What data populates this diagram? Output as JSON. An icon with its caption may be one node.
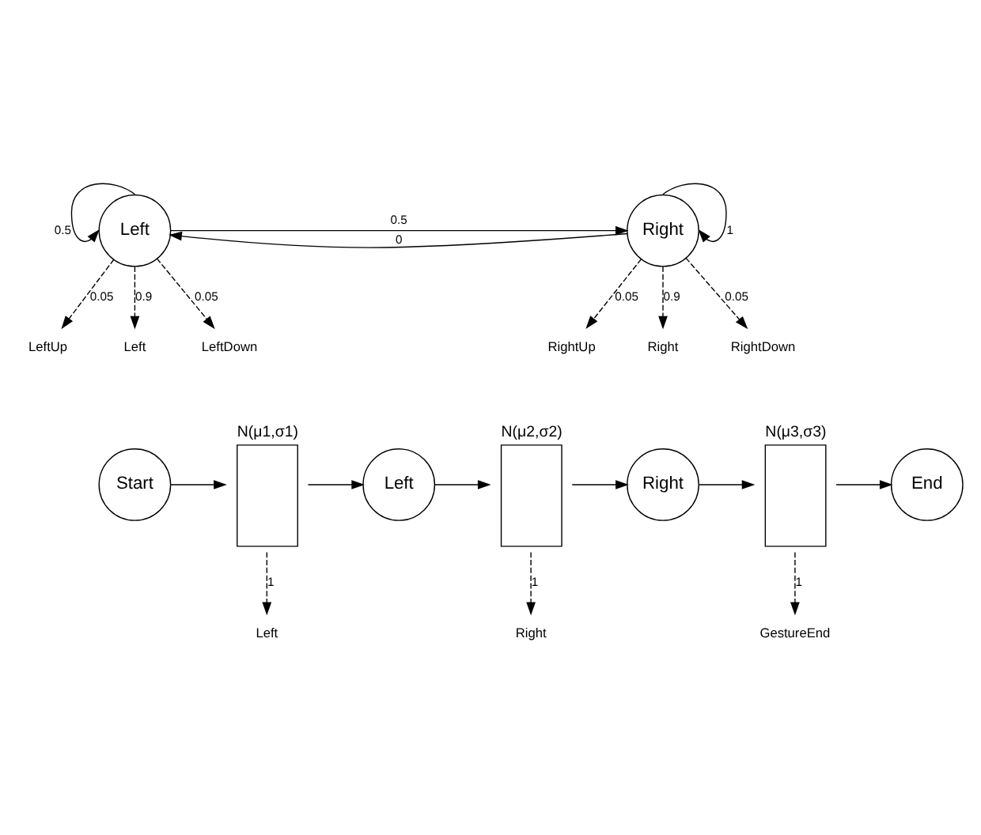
{
  "diagram": {
    "nodes": [
      {
        "text": [
          "Left"
        ]
      },
      {
        "text": [
          "Right"
        ]
      },
      {
        "text": [
          "LeftUp"
        ]
      },
      {
        "text": [
          "Left"
        ]
      },
      {
        "text": [
          "LeftDown"
        ]
      },
      {
        "text": [
          "RightUp"
        ]
      },
      {
        "text": [
          "Right"
        ]
      },
      {
        "text": [
          "RightDown"
        ]
      },
      {
        "text": [
          "Start"
        ]
      },
      {
        "text": [
          "N(μ1,σ1)"
        ]
      },
      {
        "text": [
          "Left"
        ]
      },
      {
        "text": [
          "N(μ2,σ2)"
        ]
      },
      {
        "text": [
          "Right"
        ]
      },
      {
        "text": [
          "N(μ3,σ3)"
        ]
      },
      {
        "text": [
          "End"
        ]
      },
      {
        "text": [
          "Left"
        ]
      },
      {
        "text": [
          "Right"
        ]
      },
      {
        "text": [
          "GestureEnd"
        ]
      }
    ],
    "edges": [
      {
        "from": 0,
        "to": 0,
        "arrow": "to",
        "label": "0.5"
      },
      {
        "from": 0,
        "to": 1,
        "arrow": "to",
        "label": "0.5"
      },
      {
        "from": 1,
        "to": 0,
        "arrow": "to",
        "label": "0"
      },
      {
        "from": 1,
        "to": 1,
        "arrow": "to",
        "label": "1"
      },
      {
        "from": 0,
        "to": 2,
        "arrow": "to",
        "label": "0.05",
        "style": "dashed"
      },
      {
        "from": 0,
        "to": 3,
        "arrow": "to",
        "label": "0.9",
        "style": "dashed"
      },
      {
        "from": 0,
        "to": 4,
        "arrow": "to",
        "label": "0.05",
        "style": "dashed"
      },
      {
        "from": 1,
        "to": 5,
        "arrow": "to",
        "label": "0.05",
        "style": "dashed"
      },
      {
        "from": 1,
        "to": 6,
        "arrow": "to",
        "label": "0.9",
        "style": "dashed"
      },
      {
        "from": 1,
        "to": 7,
        "arrow": "to",
        "label": "0.05",
        "style": "dashed"
      },
      {
        "from": 8,
        "to": 9,
        "arrow": "to"
      },
      {
        "from": 9,
        "to": 10,
        "arrow": "to"
      },
      {
        "from": 10,
        "to": 11,
        "arrow": "to"
      },
      {
        "from": 11,
        "to": 12,
        "arrow": "to"
      },
      {
        "from": 12,
        "to": 13,
        "arrow": "to"
      },
      {
        "from": 13,
        "to": 14,
        "arrow": "to"
      },
      {
        "from": 9,
        "to": 15,
        "arrow": "to",
        "label": "1",
        "style": "dashed"
      },
      {
        "from": 11,
        "to": 16,
        "arrow": "to",
        "label": "1",
        "style": "dashed"
      },
      {
        "from": 13,
        "to": 17,
        "arrow": "to",
        "label": "1",
        "style": "dashed"
      }
    ]
  }
}
